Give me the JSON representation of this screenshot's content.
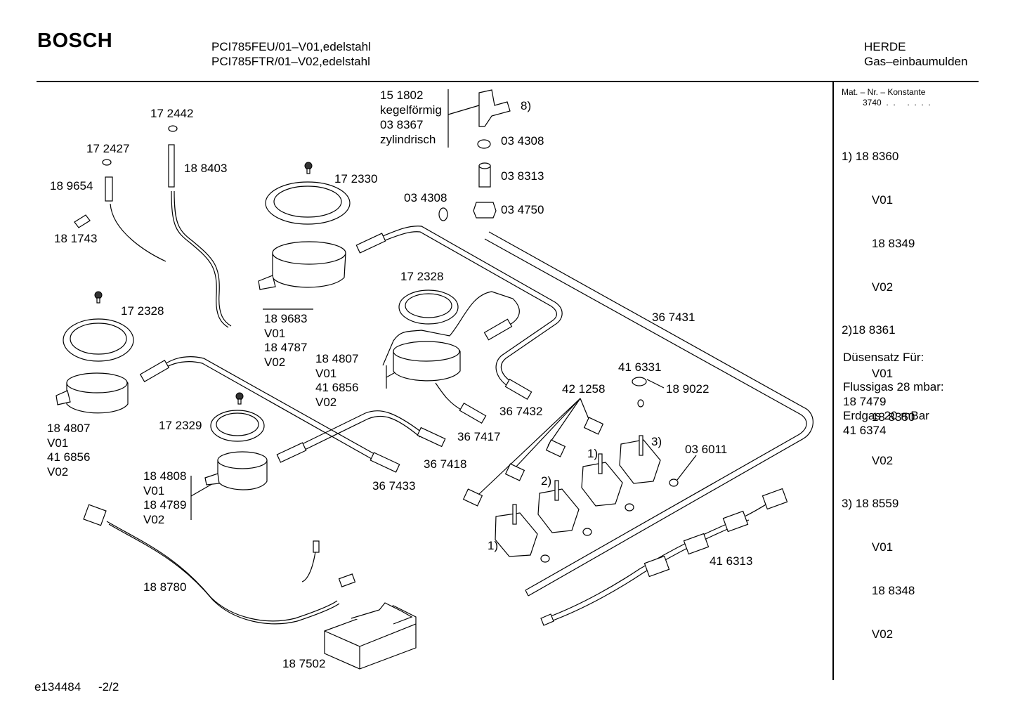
{
  "header": {
    "brand": "BOSCH",
    "model_line_1": "PCI785FEU/01–V01,edelstahl",
    "model_line_2": "PCI785FTR/01–V02,edelstahl",
    "category": "HERDE",
    "subcategory": "Gas–einbaumulden"
  },
  "sidebar": {
    "mat_nr_label": "Mat. – Nr. – Konstante",
    "mat_nr_value": "3740  .  .     .  .  .  .",
    "notes": [
      "1) 18 8360",
      "    V01",
      "    18 8349",
      "    V02",
      "2)18 8361",
      "    V01",
      "    18 8350",
      "    V02",
      "3) 18 8559",
      "    V01",
      "    18 8348",
      "    V02"
    ],
    "nozzle_title": "Düsensatz Für:",
    "nozzle_lines": [
      "Flussigas 28 mbar:",
      "18 7479",
      "Erdgas 20 mBar",
      "41 6374"
    ]
  },
  "parts": {
    "p151802": "15 1802",
    "kegelformig": "kegelförmig",
    "p038367": "03 8367",
    "zylindrisch": "zylindrisch",
    "note8": "8)",
    "p034308a": "03 4308",
    "p038313": "03 8313",
    "p034750": "03 4750",
    "p034308b": "03 4308",
    "p172442": "17 2442",
    "p172427": "17 2427",
    "p188403": "18 8403",
    "p189654": "18 9654",
    "p181743": "18 1743",
    "p172330": "17 2330",
    "burner_large": [
      "18 9683",
      "V01",
      "18 4787",
      "V02"
    ],
    "p172328a": "17 2328",
    "p172328b": "17 2328",
    "burner_mid": [
      "18 4807",
      "V01",
      "41 6856",
      "V02"
    ],
    "burner_left": [
      "18 4807",
      "V01",
      "41 6856",
      "V02"
    ],
    "p367431": "36 7431",
    "p367432": "36 7432",
    "p367417": "36 7417",
    "p367418": "36 7418",
    "p367433": "36 7433",
    "p172329": "17 2329",
    "burner_small": [
      "18 4808",
      "V01",
      "18 4789",
      "V02"
    ],
    "p416331": "41 6331",
    "p189022": "18 9022",
    "p421258": "42 1258",
    "p036011": "03 6011",
    "note1a": "1)",
    "note1b": "1)",
    "note2": "2)",
    "note3": "3)",
    "p416313": "41 6313",
    "p188780": "18 8780",
    "p187502": "18 7502"
  },
  "footer": {
    "doc_id": "e134484",
    "page": "-2/2"
  }
}
